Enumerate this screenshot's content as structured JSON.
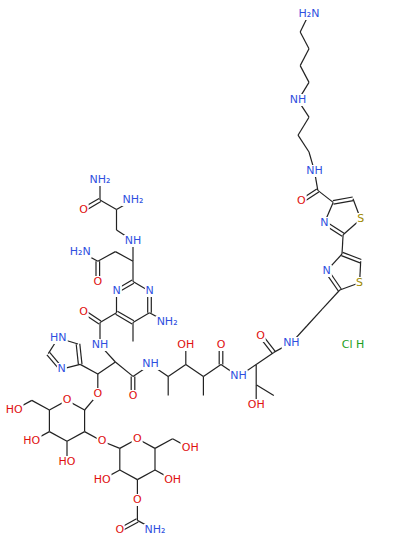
{
  "diagram": {
    "labels": [
      "H₂N",
      "NH",
      "NH",
      "O",
      "S",
      "N",
      "S",
      "N",
      "NH",
      "O",
      "OH",
      "NH",
      "O",
      "OH",
      "NH",
      "O",
      "NH",
      "HN",
      "N",
      "O",
      "O",
      "NH₂",
      "N",
      "N",
      "NH",
      "O",
      "H₂N",
      "NH₂",
      "O",
      "NH₂",
      "O",
      "HO",
      "HO",
      "HO",
      "O",
      "O",
      "OH",
      "OH",
      "O",
      "O",
      "NH₂",
      "HO",
      "Cl H"
    ]
  }
}
